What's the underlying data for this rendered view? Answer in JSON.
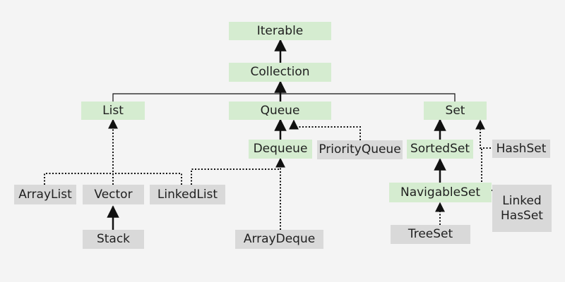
{
  "nodes": {
    "iterable": "Iterable",
    "collection": "Collection",
    "list": "List",
    "queue": "Queue",
    "set": "Set",
    "dequeue": "Dequeue",
    "priority_queue": "PriorityQueue",
    "sorted_set": "SortedSet",
    "hashset": "HashSet",
    "arraylist": "ArrayList",
    "vector": "Vector",
    "linkedlist": "LinkedList",
    "navigable_set": "NavigableSet",
    "linked_hashset": "Linked\nHasSet",
    "stack": "Stack",
    "arraydeque": "ArrayDeque",
    "treeset": "TreeSet"
  },
  "colors": {
    "interface_fill": "#d5ecd0",
    "class_fill": "#d9d9d9",
    "line": "#111111",
    "background": "#f4f4f4"
  }
}
